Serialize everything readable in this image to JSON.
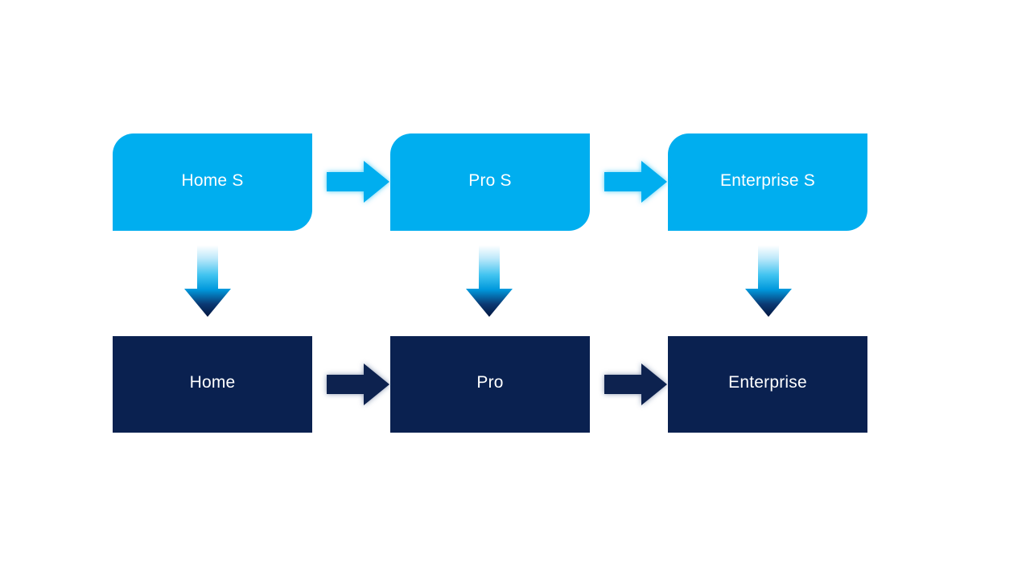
{
  "diagram": {
    "type": "process-flow",
    "background_color": "#FFFFFF",
    "title": "",
    "colors": {
      "top_box_fill": "#00AEEF",
      "bottom_box_fill": "#0A2150",
      "label_text": "#FFFFFF",
      "horizontal_arrow_top": "#00AEEF",
      "horizontal_arrow_bottom": "#0A2150",
      "vertical_arrow_gradient_start": "#FFFFFF",
      "vertical_arrow_gradient_mid": "#00AEEF",
      "vertical_arrow_gradient_end": "#042050"
    },
    "rows": [
      {
        "name": "service-tier-row",
        "style": "cyan-rounded-diagonal",
        "nodes": [
          {
            "id": "home-s",
            "label": "Home S"
          },
          {
            "id": "pro-s",
            "label": "Pro S"
          },
          {
            "id": "enterprise-s",
            "label": "Enterprise S"
          }
        ]
      },
      {
        "name": "product-tier-row",
        "style": "navy-square",
        "nodes": [
          {
            "id": "home",
            "label": "Home"
          },
          {
            "id": "pro",
            "label": "Pro"
          },
          {
            "id": "enterprise",
            "label": "Enterprise"
          }
        ]
      }
    ],
    "connectors": {
      "horizontal_top": [
        {
          "id": "home-s-to-pro-s",
          "direction": "right"
        },
        {
          "id": "pro-s-to-enterprise-s",
          "direction": "right"
        }
      ],
      "horizontal_bottom": [
        {
          "id": "home-to-pro",
          "direction": "right"
        },
        {
          "id": "pro-to-enterprise",
          "direction": "right"
        }
      ],
      "vertical": [
        {
          "id": "home-s-to-home",
          "direction": "down"
        },
        {
          "id": "pro-s-to-pro",
          "direction": "down"
        },
        {
          "id": "enterprise-s-to-enterprise",
          "direction": "down"
        }
      ]
    }
  }
}
